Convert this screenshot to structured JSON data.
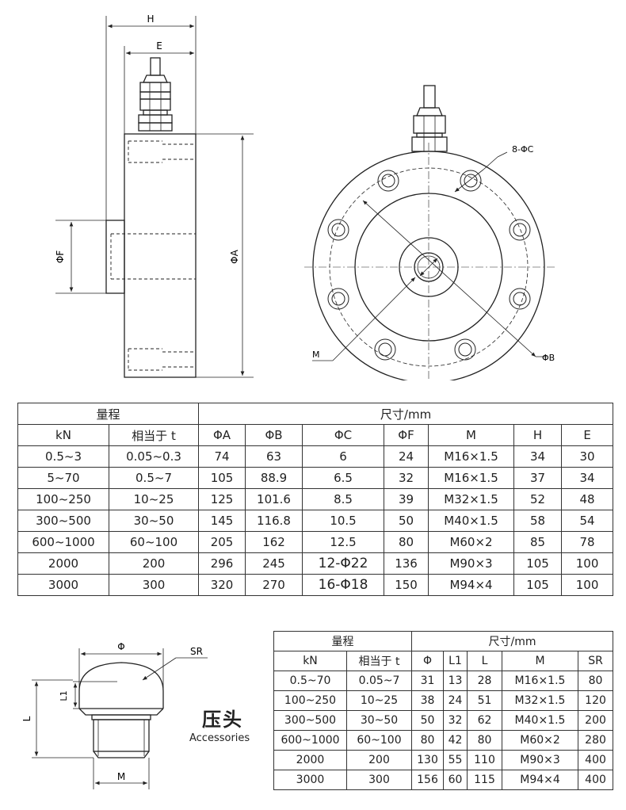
{
  "side_view": {
    "labels": {
      "h": "H",
      "e": "E",
      "phi_f": "ΦF",
      "phi_a": "ΦA"
    }
  },
  "front_view": {
    "labels": {
      "holes": "8-ΦC",
      "m": "M",
      "phi_b": "ΦB"
    }
  },
  "main_table": {
    "group_range": "量程",
    "group_dims": "尺寸/mm",
    "columns": [
      "kN",
      "相当于 t",
      "ΦA",
      "ΦB",
      "ΦC",
      "ΦF",
      "M",
      "H",
      "E"
    ],
    "rows": [
      [
        "0.5~3",
        "0.05~0.3",
        "74",
        "63",
        "6",
        "24",
        "M16×1.5",
        "34",
        "30"
      ],
      [
        "5~70",
        "0.5~7",
        "105",
        "88.9",
        "6.5",
        "32",
        "M16×1.5",
        "37",
        "34"
      ],
      [
        "100~250",
        "10~25",
        "125",
        "101.6",
        "8.5",
        "39",
        "M32×1.5",
        "52",
        "48"
      ],
      [
        "300~500",
        "30~50",
        "145",
        "116.8",
        "10.5",
        "50",
        "M40×1.5",
        "58",
        "54"
      ],
      [
        "600~1000",
        "60~100",
        "205",
        "162",
        "12.5",
        "80",
        "M60×2",
        "85",
        "78"
      ],
      [
        "2000",
        "200",
        "296",
        "245",
        "12-Φ22",
        "136",
        "M90×3",
        "105",
        "100"
      ],
      [
        "3000",
        "300",
        "320",
        "270",
        "16-Φ18",
        "150",
        "M94×4",
        "105",
        "100"
      ]
    ]
  },
  "accessory": {
    "title": "压头",
    "subtitle": "Accessories",
    "labels": {
      "phi": "Φ",
      "sr": "SR",
      "l1": "L1",
      "l": "L",
      "m": "M"
    }
  },
  "accessory_table": {
    "group_range": "量程",
    "group_dims": "尺寸/mm",
    "columns": [
      "kN",
      "相当于 t",
      "Φ",
      "L1",
      "L",
      "M",
      "SR"
    ],
    "rows": [
      [
        "0.5~70",
        "0.05~7",
        "31",
        "13",
        "28",
        "M16×1.5",
        "80"
      ],
      [
        "100~250",
        "10~25",
        "38",
        "24",
        "51",
        "M32×1.5",
        "120"
      ],
      [
        "300~500",
        "30~50",
        "50",
        "32",
        "62",
        "M40×1.5",
        "200"
      ],
      [
        "600~1000",
        "60~100",
        "80",
        "42",
        "80",
        "M60×2",
        "280"
      ],
      [
        "2000",
        "200",
        "130",
        "55",
        "110",
        "M90×3",
        "400"
      ],
      [
        "3000",
        "300",
        "156",
        "60",
        "115",
        "M94×4",
        "400"
      ]
    ]
  }
}
